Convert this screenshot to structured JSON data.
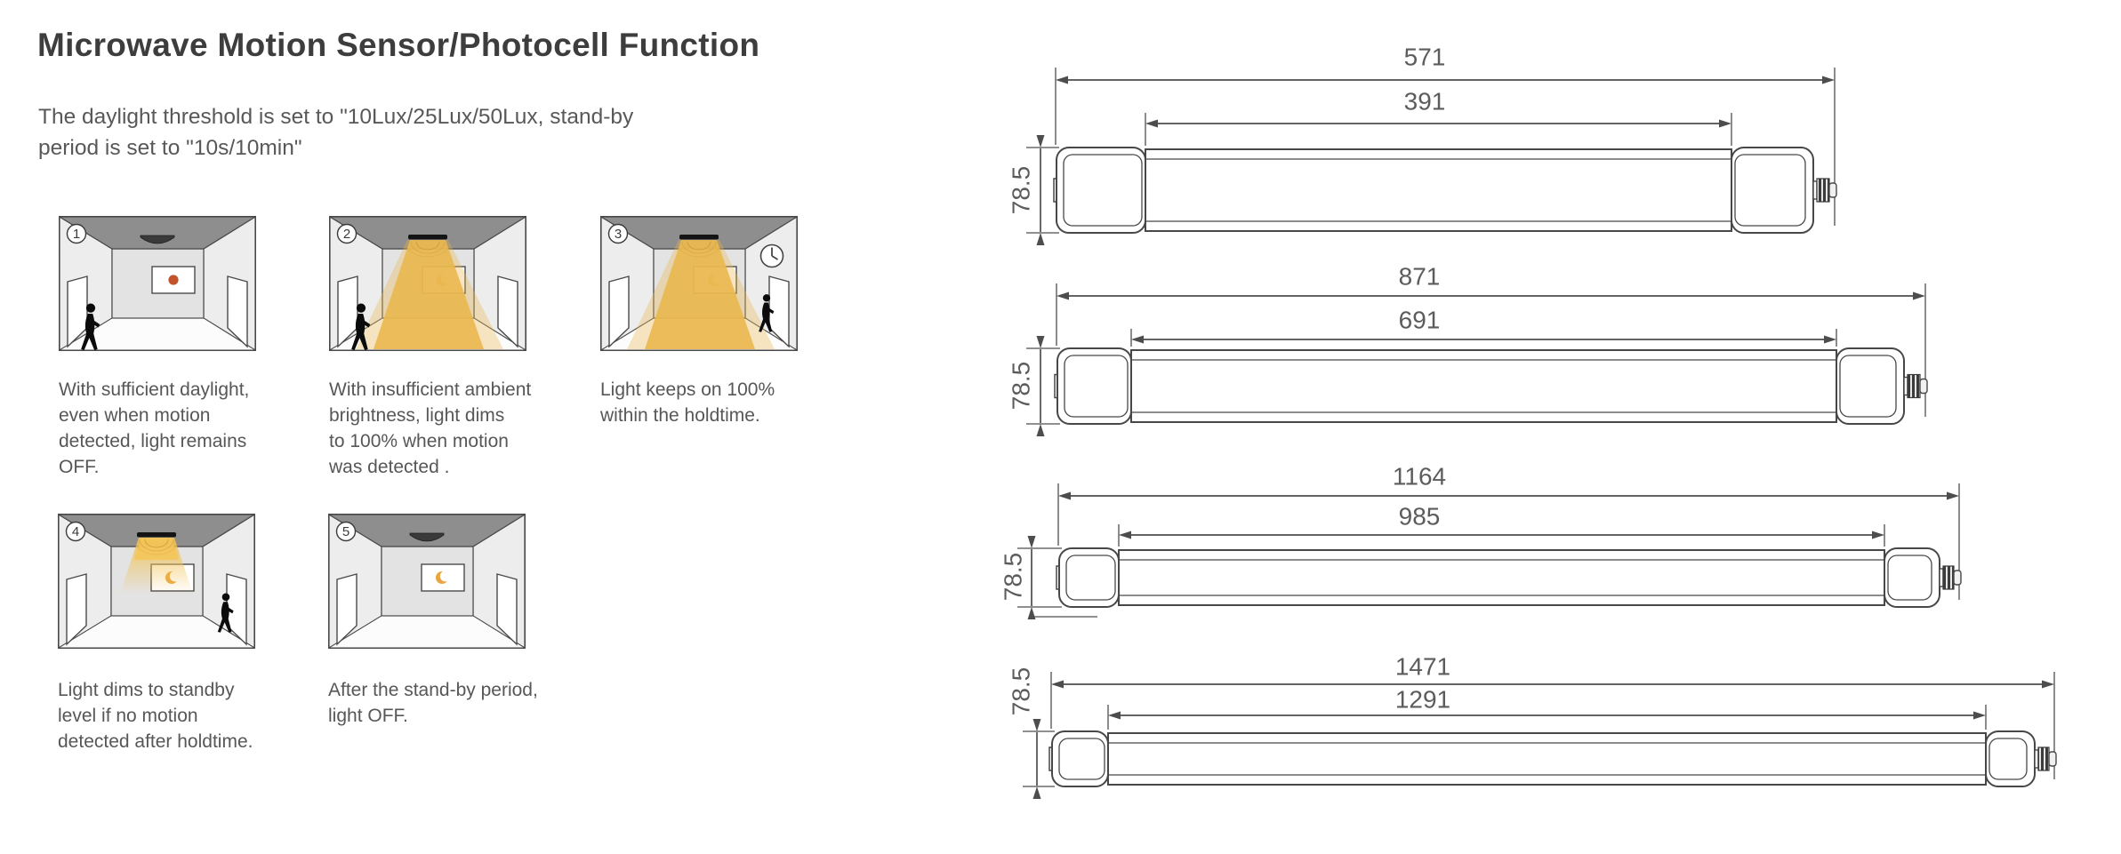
{
  "header": {
    "title": "Microwave Motion Sensor/Photocell Function",
    "subtitle": [
      "The daylight threshold is set to \"10Lux/25Lux/50Lux, stand-by",
      "period is set to \"10s/10min\""
    ]
  },
  "scenarios": [
    {
      "number": "1",
      "caption": [
        "With sufficient daylight,",
        "even when motion",
        "detected, light remains",
        "OFF."
      ]
    },
    {
      "number": "2",
      "caption": [
        "With insufficient ambient",
        "brightness, light dims",
        "to 100% when motion",
        "was detected ."
      ]
    },
    {
      "number": "3",
      "caption": [
        "Light keeps on 100%",
        "within the holdtime."
      ]
    },
    {
      "number": "4",
      "caption": [
        "Light dims to standby",
        "level if no motion",
        "detected after holdtime."
      ]
    },
    {
      "number": "5",
      "caption": [
        "After the stand-by period,",
        "light OFF."
      ]
    }
  ],
  "dimension_drawings": [
    {
      "overall": "571",
      "inner": "391",
      "height": "78.5"
    },
    {
      "overall": "871",
      "inner": "691",
      "height": "78.5"
    },
    {
      "overall": "1164",
      "inner": "985",
      "height": "78.5"
    },
    {
      "overall": "1471",
      "inner": "1291",
      "height": "78.5"
    }
  ],
  "colors": {
    "title_text": "#3d3d3d",
    "body_text": "#575757",
    "line_work": "#4a4a4a",
    "light_cone": "#e9b850",
    "sun_dot": "#c2542b",
    "moon": "#eaa63e",
    "ceiling": "#8e8e8e"
  }
}
